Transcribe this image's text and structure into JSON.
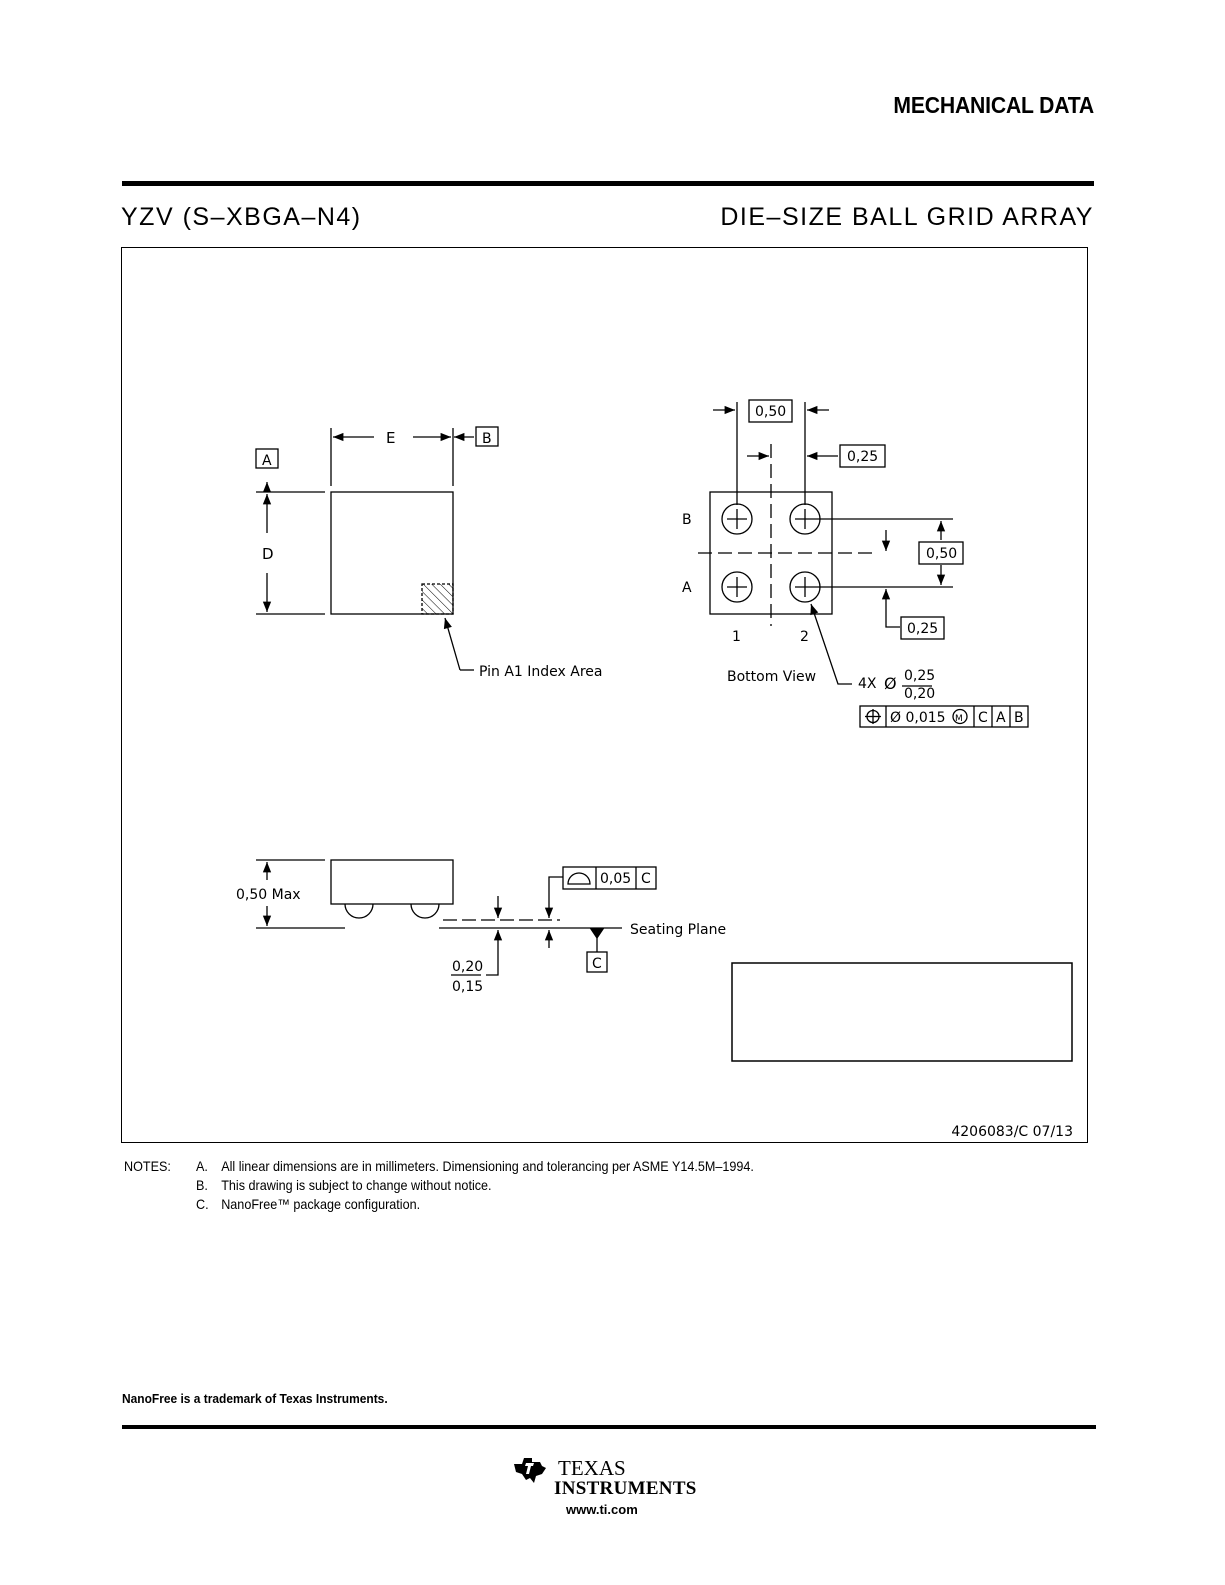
{
  "header": {
    "title": "MECHANICAL DATA"
  },
  "package": {
    "code": "YZV (S–XBGA–N4)",
    "type": "DIE–SIZE BALL GRID ARRAY"
  },
  "top_view": {
    "label_a": "A",
    "label_b": "B",
    "dim_e": "E",
    "dim_d": "D",
    "pin_label": "Pin A1 Index Area"
  },
  "bottom_view": {
    "pitch_x": "0,50",
    "offset_x": "0,25",
    "pitch_y": "0,50",
    "offset_y": "0,25",
    "row_b": "B",
    "row_a": "A",
    "col_1": "1",
    "col_2": "2",
    "caption": "Bottom View",
    "ball_count": "4X",
    "diameter_symbol": "Ø",
    "ball_max": "0,25",
    "ball_min": "0,20",
    "fcf_tolerance": "Ø 0,015",
    "fcf_modifier": "M",
    "fcf_datum_c": "C",
    "fcf_datum_a": "A",
    "fcf_datum_b": "B"
  },
  "side_view": {
    "height": "0,50 Max",
    "flatness": "0,05",
    "flatness_datum": "C",
    "seating_plane": "Seating Plane",
    "datum_c": "C",
    "standoff_max": "0,20",
    "standoff_min": "0,15"
  },
  "drawing_number": "4206083/C  07/13",
  "notes": {
    "heading": "NOTES:",
    "items": [
      {
        "letter": "A.",
        "text": "All linear dimensions are in millimeters.  Dimensioning and tolerancing per ASME Y14.5M–1994."
      },
      {
        "letter": "B.",
        "text": "This drawing is subject to change without notice."
      },
      {
        "letter": "C.",
        "text": "NanoFree™ package configuration."
      }
    ]
  },
  "trademark": "NanoFree is a trademark of Texas Instruments.",
  "logo": {
    "line1": "TEXAS",
    "line2": "INSTRUMENTS",
    "url": "www.ti.com"
  }
}
